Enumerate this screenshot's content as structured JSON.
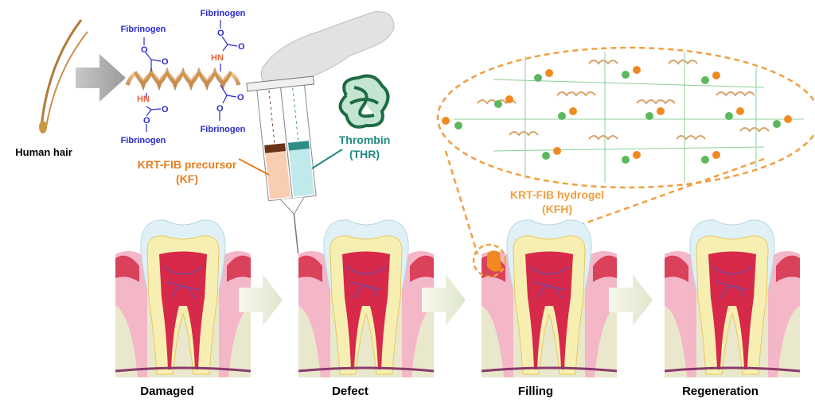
{
  "labels": {
    "human_hair": "Human hair",
    "fibrinogen": [
      "Fibrinogen",
      "Fibrinogen",
      "Fibrinogen",
      "Fibrinogen"
    ],
    "oxygen": "O",
    "amine": "HN",
    "precursor_line1": "KRT-FIB precursor",
    "precursor_line2": "(KF)",
    "thrombin_line1": "Thrombin",
    "thrombin_line2": "(THR)",
    "hydrogel_line1": "KRT-FIB hydrogel",
    "hydrogel_line2": "(KFH)"
  },
  "stages": [
    "Damaged",
    "Defect",
    "Filling",
    "Regeneration"
  ],
  "colors": {
    "fibrinogen": "#2a2ad0",
    "amine": "#e8663a",
    "precursor": "#e87d1e",
    "thrombin": "#1f8a80",
    "hydrogel": "#f0a040",
    "keratin_helix": "#d9a26a",
    "stage_arrow": "#e6ecd6"
  }
}
